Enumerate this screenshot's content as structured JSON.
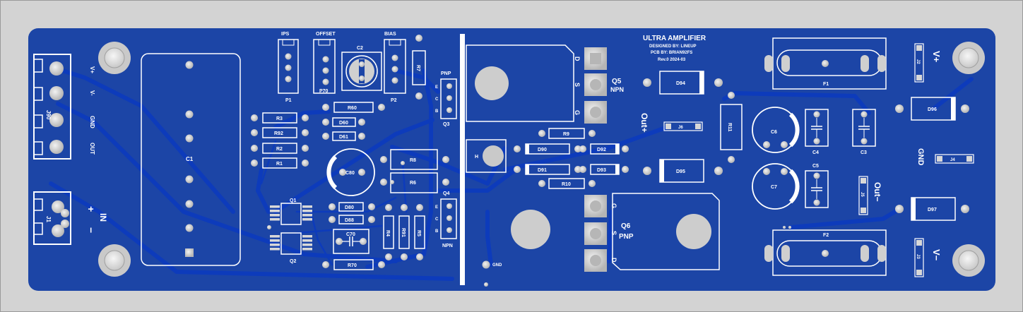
{
  "title": {
    "line1": "ULTRA AMPLIFIER",
    "line2": "DESIGNED BY: LINEUP",
    "line3": "PCB BY: BRIAN92FS",
    "line4": "Rev.0   2024-03"
  },
  "connectors": {
    "jin": {
      "ref": "J90",
      "pins": [
        "V+",
        "V-",
        "GND",
        "OUT"
      ]
    },
    "j1": {
      "ref": "J1",
      "plus": "+",
      "minus": "−",
      "label": "IN"
    }
  },
  "headers": {
    "ips": "IPS",
    "offset": "OFFSET",
    "bias": "BIAS",
    "p1": "P1",
    "p70": "P70",
    "p2": "P2",
    "c2": "C2"
  },
  "resistors": {
    "r3": "R3",
    "r92": "R92",
    "r2": "R2",
    "r1": "R1",
    "r60": "R60",
    "r8": "R8",
    "r6": "R6",
    "r7": "R7",
    "r4": "R4",
    "r91": "R91",
    "r5": "R5",
    "r70": "R70",
    "r9": "R9",
    "r10": "R10",
    "r11": "R11"
  },
  "diodes": {
    "d60": "D60",
    "d61": "D61",
    "d80": "D80",
    "d88": "D88",
    "d90": "D90",
    "d91": "D91",
    "d92": "D92",
    "d93": "D93",
    "d94": "D94",
    "d95": "D95",
    "d96": "D96",
    "d97": "D97"
  },
  "capacitors": {
    "c1": "C1",
    "c80": "C80",
    "c70": "C70",
    "c3": "C3",
    "c4": "C4",
    "c5": "C5",
    "c6": "C6",
    "c7": "C7"
  },
  "transistors": {
    "q1": "Q1",
    "q2": "Q2",
    "q3": "Q3",
    "q4": "Q4",
    "h": "H",
    "q3_type": "PNP",
    "q4_type": "NPN",
    "q3_pins": [
      "E",
      "C",
      "B"
    ],
    "q4_pins": [
      "E",
      "C",
      "B"
    ],
    "q5": "Q5",
    "q5_type": "NPN",
    "q5_pins": [
      "D",
      "S",
      "G"
    ],
    "q6": "Q6",
    "q6_type": "PNP",
    "q6_pins": [
      "G",
      "S",
      "D"
    ]
  },
  "right_side": {
    "fuse1": "F1",
    "fuse2": "F2",
    "j2": "J2",
    "j3": "J3",
    "j4": "J4",
    "j5": "J5",
    "j6": "J6",
    "vplus": "V+",
    "vminus": "V−",
    "gnd": "GND",
    "out_plus": "Out+",
    "out_minus": "Out−"
  },
  "misc": {
    "gnd_pad": "GND"
  },
  "colors": {
    "board": "#1c45a6",
    "copper": "#0b39b8",
    "pad": "#cfcfcf",
    "silk": "#ffffff",
    "background": "#d3d3d3"
  }
}
